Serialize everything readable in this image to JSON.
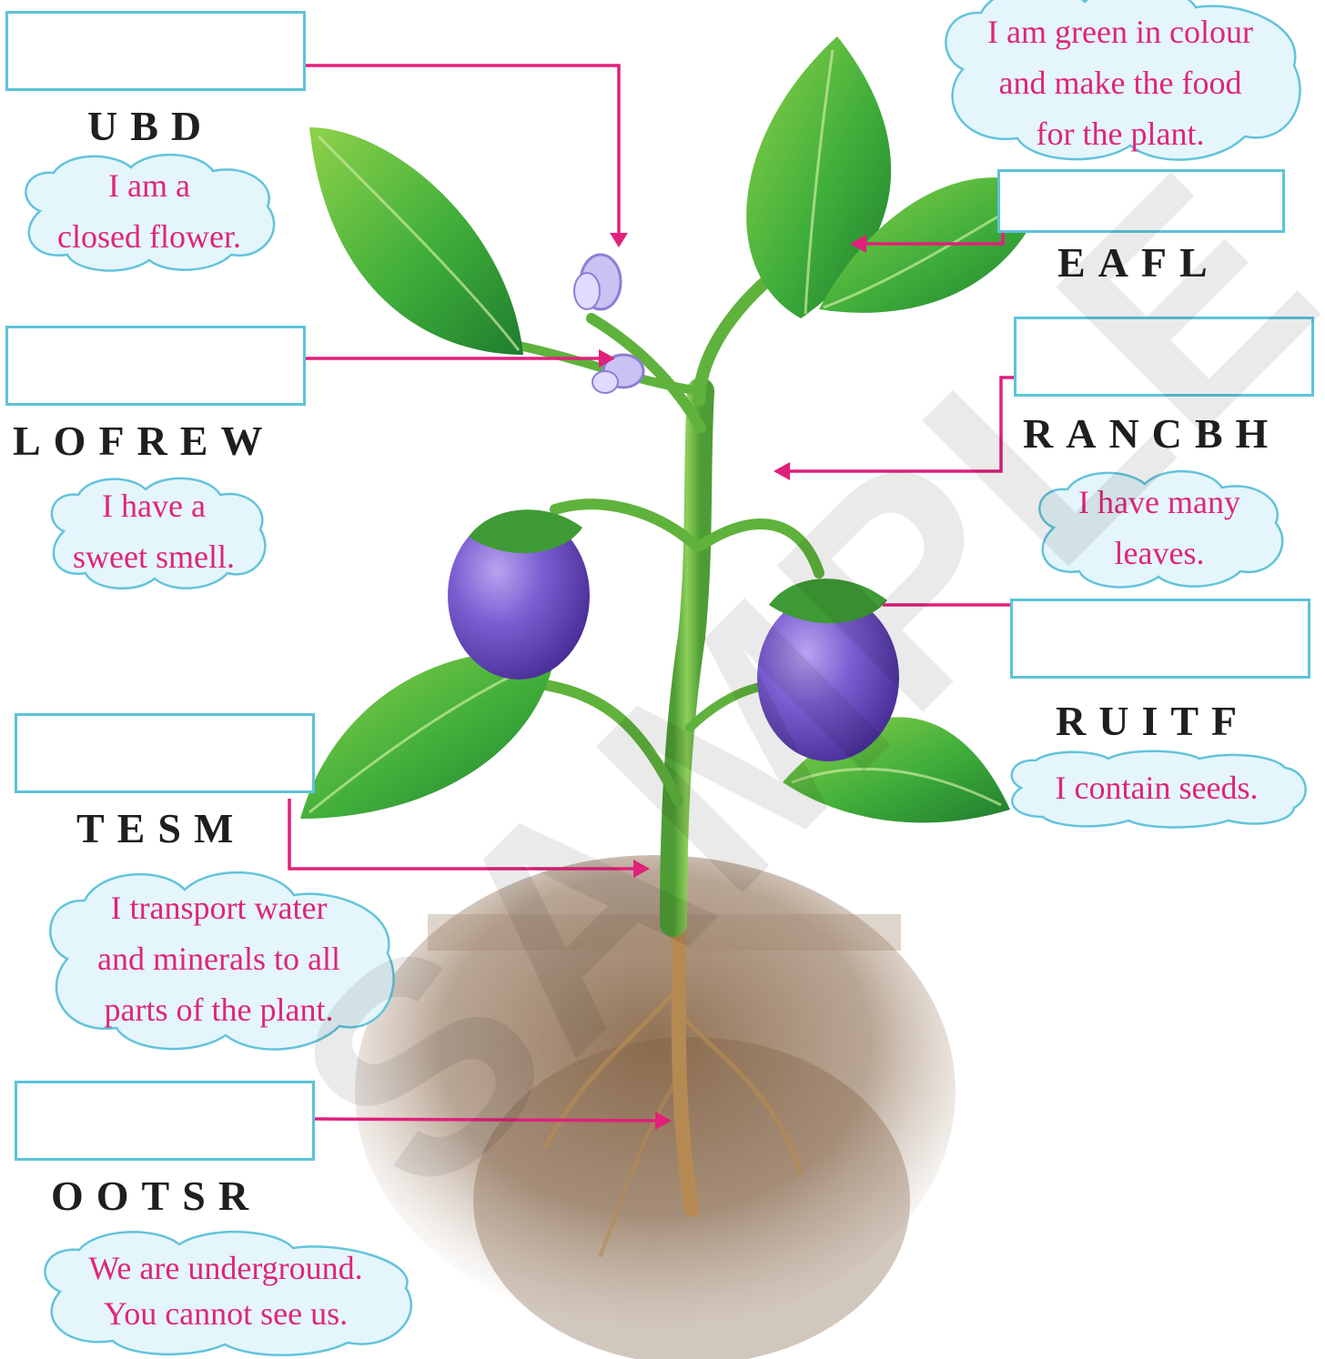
{
  "watermark": "SAMPLE",
  "colors": {
    "label_text": "#e0257a",
    "box_border": "#5cc3d9",
    "pointer": "#e0207a",
    "bubble_fill": "#e4f6fb"
  },
  "parts": [
    {
      "id": "bud",
      "scrambled": "UBD",
      "hint": "I am a\nclosed flower."
    },
    {
      "id": "flower",
      "scrambled": "LOFREW",
      "hint": "I have a\nsweet smell."
    },
    {
      "id": "stem",
      "scrambled": "TESM",
      "hint": "I transport water\nand minerals to all\nparts of the plant."
    },
    {
      "id": "roots",
      "scrambled": "OOTSR",
      "hint": "We are underground.\nYou cannot see us."
    },
    {
      "id": "leaf",
      "scrambled": "EAFL",
      "hint": "I am green in colour\nand make the food\nfor the plant."
    },
    {
      "id": "branch",
      "scrambled": "RANCBH",
      "hint": "I have many\nleaves."
    },
    {
      "id": "fruit",
      "scrambled": "RUITF",
      "hint": "I contain seeds."
    }
  ]
}
